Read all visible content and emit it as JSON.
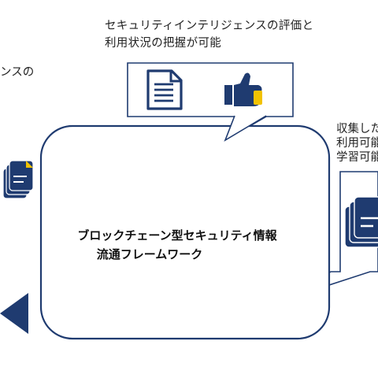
{
  "captions": {
    "top_line1": "セキュリティインテリジェンスの評価と",
    "top_line2": "利用状況の把握が可能",
    "left_partial": "ンスの",
    "right_line1": "収集した",
    "right_line2": "利用可能",
    "right_line3": "学習可能"
  },
  "center": {
    "line1": "ブロックチェーン型セキュリティ情報",
    "line2": "流通フレームワーク"
  },
  "colors": {
    "navy": "#1f3b70",
    "accent_yellow": "#f2c200",
    "outline": "#1f3b70",
    "text": "#222222"
  },
  "icons": [
    "document-icon",
    "thumbs-up-icon",
    "file-stack-icon",
    "file-stack-icon",
    "arrow-left-icon"
  ]
}
